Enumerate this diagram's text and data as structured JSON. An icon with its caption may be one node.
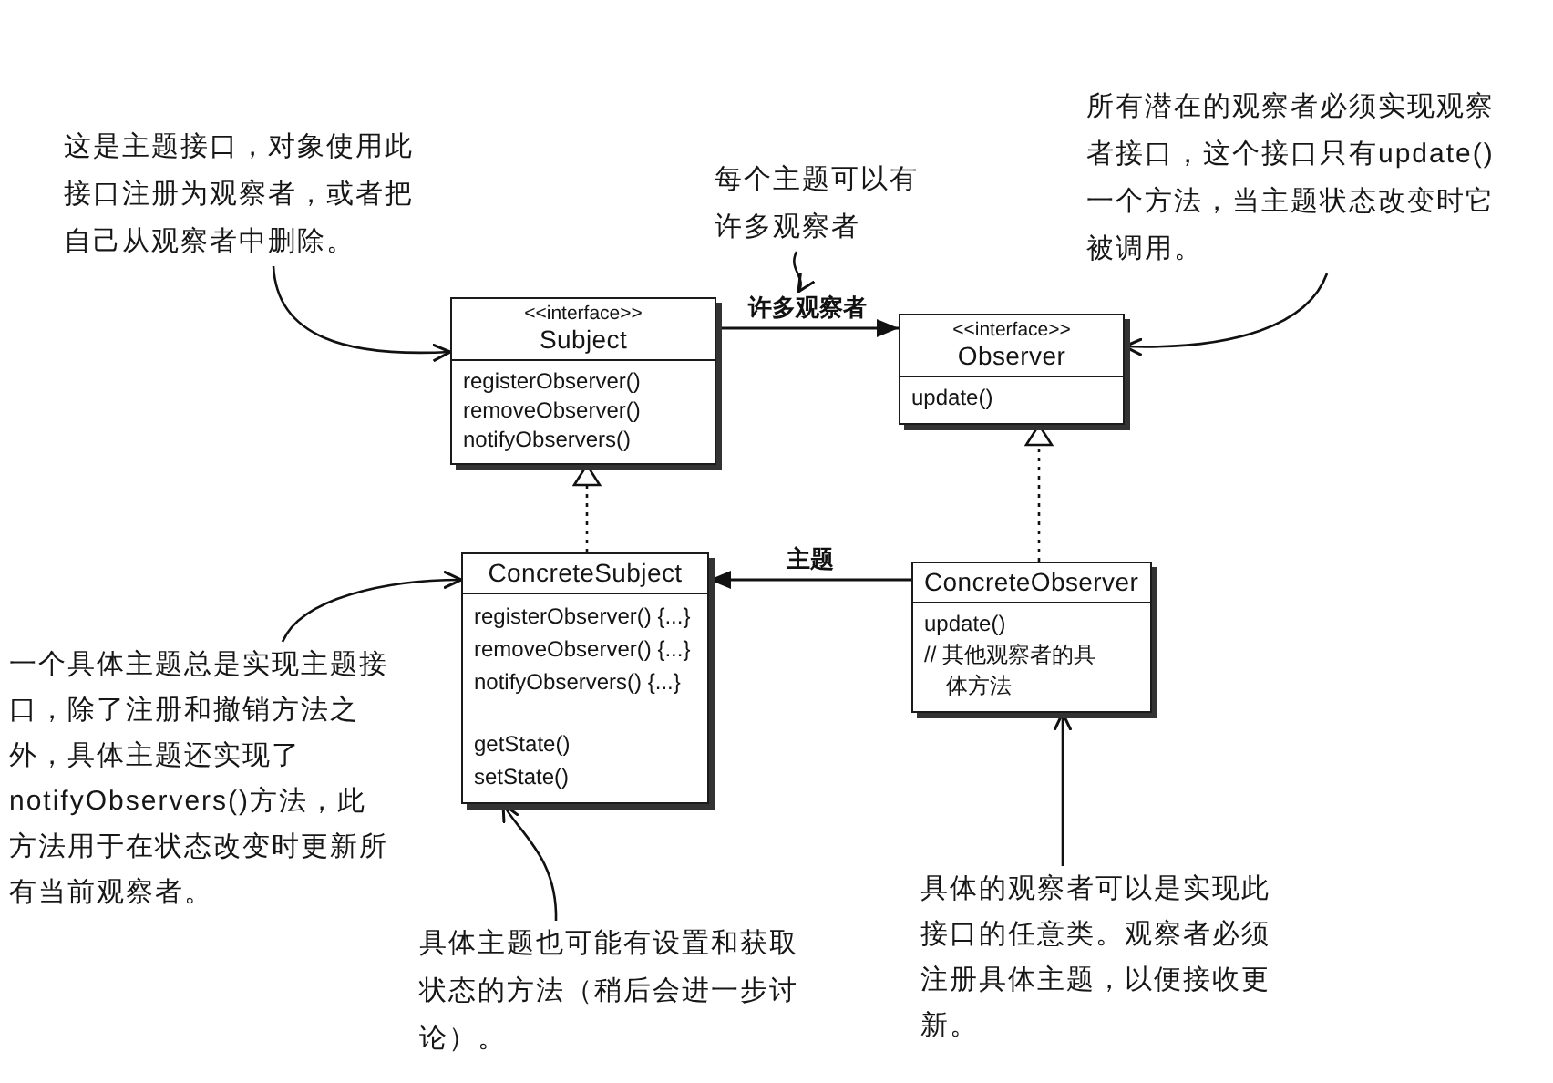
{
  "diagram": {
    "nodes": [
      {
        "text": [
          "这是主题接口，对象使用此接口注册为观察者，或者把自己从观察者中删除。"
        ]
      },
      {
        "text": [
          "每个主题可以有许多观察者"
        ]
      },
      {
        "text": [
          "所有潜在的观察者必须实现观察者接口，这个接口只有update()一个方法，当主题状态改变时它被调用。"
        ]
      },
      {
        "text": [
          "<<interface>>",
          "Subject",
          "registerObserver()",
          "removeObserver()",
          "notifyObservers()"
        ]
      },
      {
        "text": [
          "<<interface>>",
          "Observer",
          "update()"
        ]
      },
      {
        "text": [
          "ConcreteSubject",
          "registerObserver() {...}",
          "removeObserver() {...}",
          "notifyObservers() {...}",
          "getState()",
          "setState()"
        ]
      },
      {
        "text": [
          "ConcreteObserver",
          "update()",
          "// 其他观察者的具体方法"
        ]
      },
      {
        "text": [
          "一个具体主题总是实现主题接口，除了注册和撤销方法之外，具体主题还实现了notifyObservers()方法，此方法用于在状态改变时更新所有当前观察者。"
        ]
      },
      {
        "text": [
          "具体主题也可能有设置和获取状态的方法（稍后会进一步讨论）。"
        ]
      },
      {
        "text": [
          "具体的观察者可以是实现此接口的任意类。观察者必须注册具体主题，以便接收更新。"
        ]
      }
    ],
    "edges": [
      {
        "from": 3,
        "to": 4,
        "arrow": "to",
        "label": "许多观察者"
      },
      {
        "from": 6,
        "to": 5,
        "arrow": "to",
        "label": "主题"
      },
      {
        "from": 5,
        "to": 3,
        "arrow": "to",
        "style": "dashed"
      },
      {
        "from": 6,
        "to": 4,
        "arrow": "to",
        "style": "dashed"
      },
      {
        "from": 0,
        "to": 3,
        "arrow": "to"
      },
      {
        "from": 1,
        "to": null,
        "arrow": "to"
      },
      {
        "from": 2,
        "to": 4,
        "arrow": "to"
      },
      {
        "from": 7,
        "to": 5,
        "arrow": "to"
      },
      {
        "from": 8,
        "to": 5,
        "arrow": "to"
      },
      {
        "from": 9,
        "to": 6,
        "arrow": "to"
      }
    ]
  }
}
